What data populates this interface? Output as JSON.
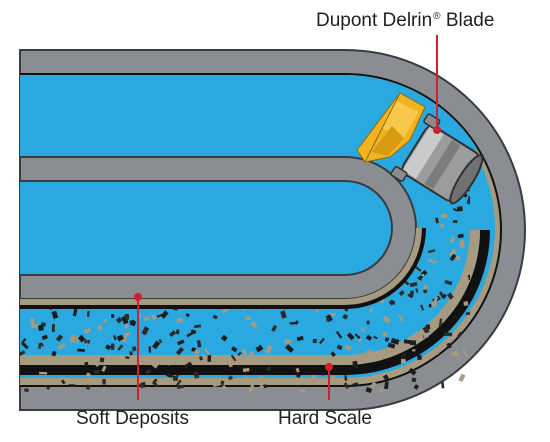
{
  "labels": {
    "blade_name": "Dupont Delrin",
    "blade_mark": "®",
    "blade_suffix": " Blade",
    "soft_deposits": "Soft Deposits",
    "hard_scale": "Hard Scale"
  },
  "colors": {
    "pipe_wall": "#8a8d91",
    "pipe_wall_edge": "#3a3b3d",
    "water": "#2aa8e0",
    "soft_deposit_layer": "#a69a80",
    "hard_scale_layer": "#111111",
    "deposit_speckle": "#1c1c1c",
    "blade": "#f2b41e",
    "tool_head": "#9a9c9e",
    "leader_line": "#d21f2b"
  }
}
